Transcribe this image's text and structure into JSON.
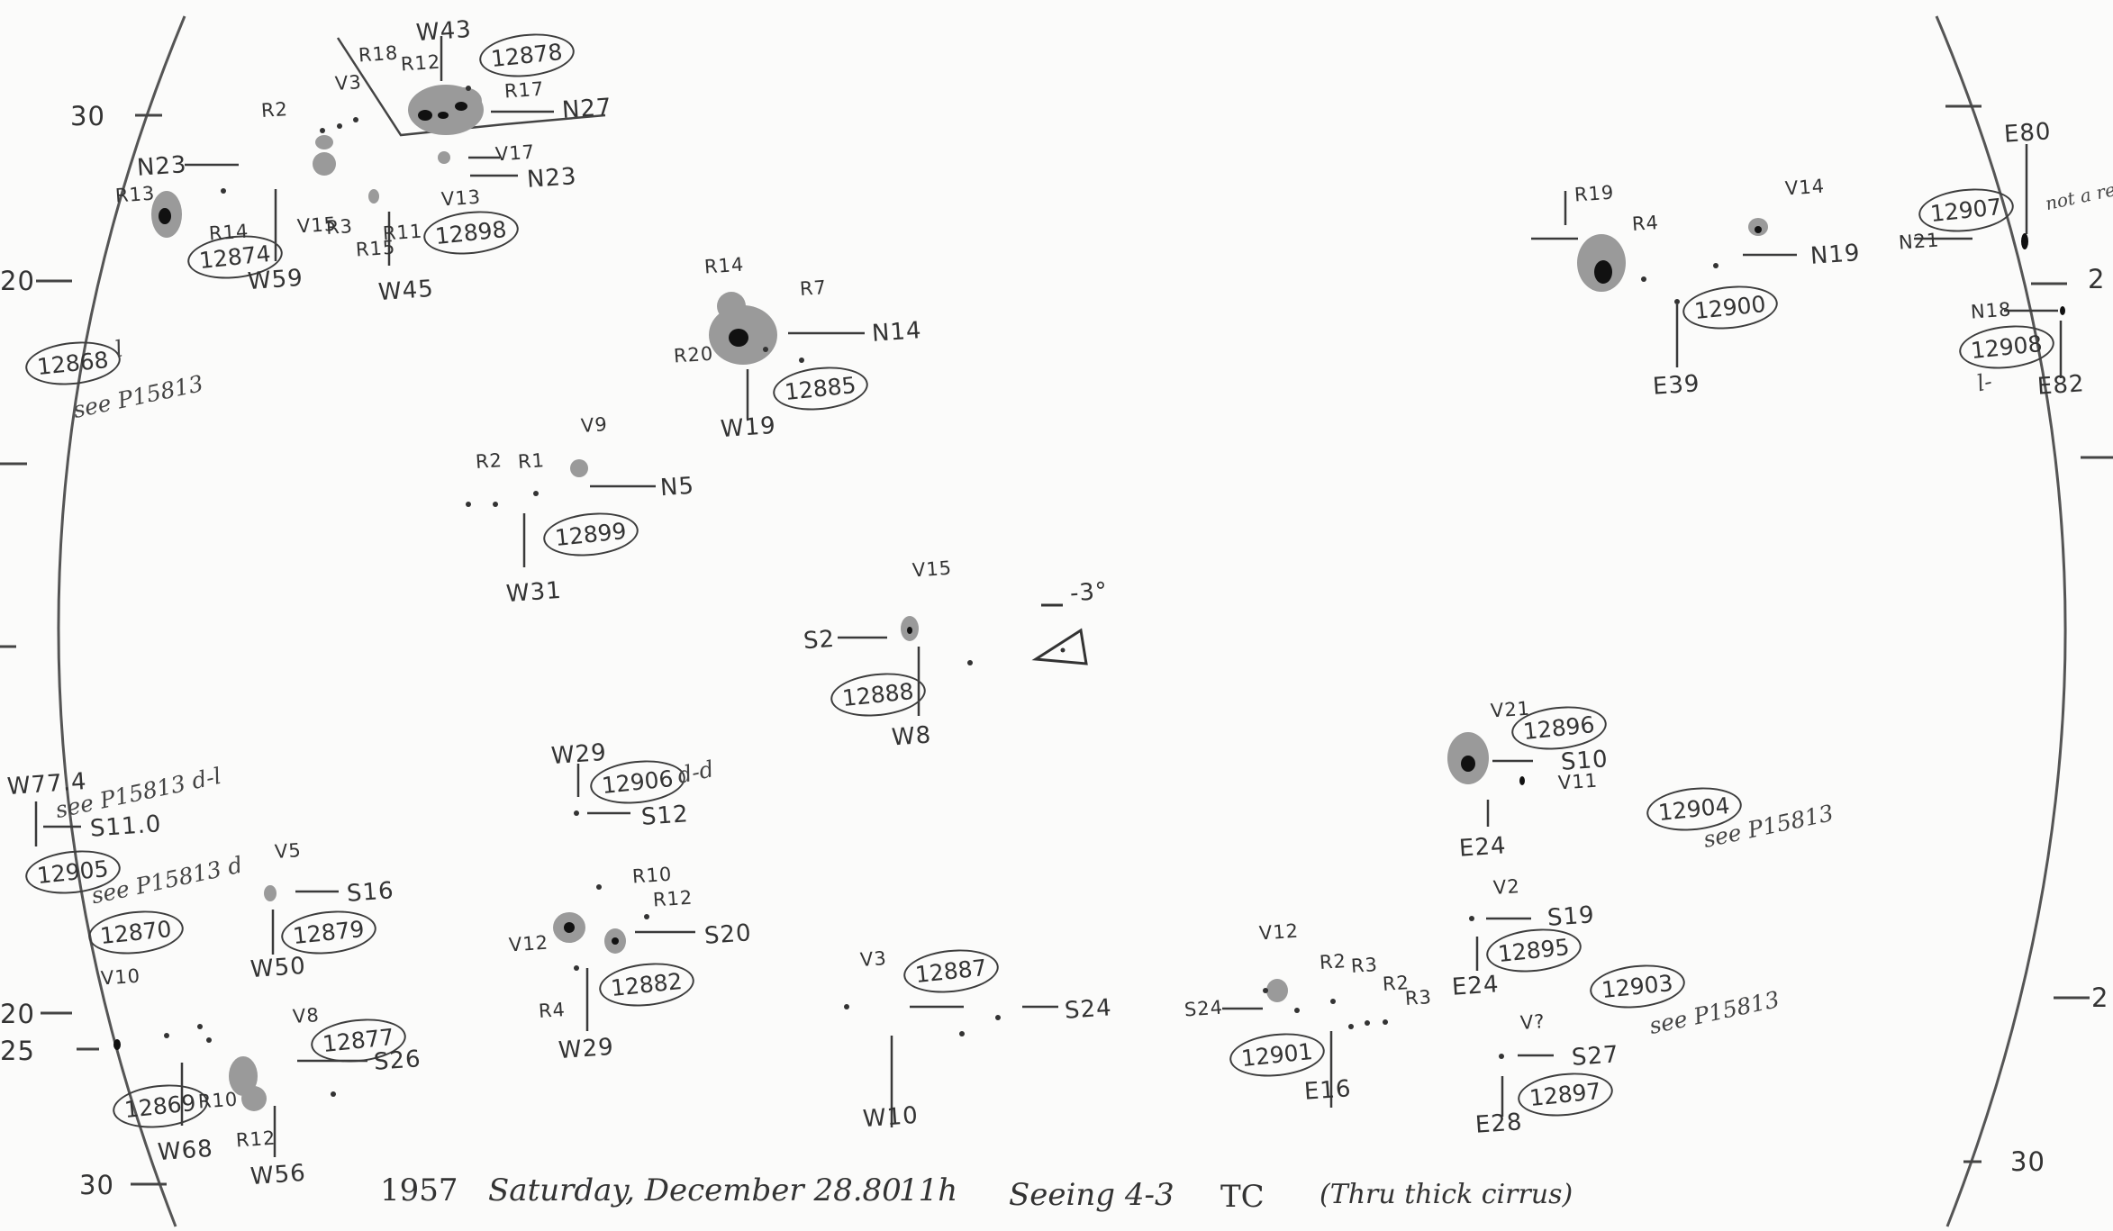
{
  "grid_labels": [
    "30",
    "20",
    "20",
    "25",
    "30",
    "30",
    "2",
    "2"
  ],
  "direction": "-3°",
  "groups": [
    {
      "number": "12878",
      "labels": [
        "R18",
        "R12",
        "W43",
        "R17",
        "N27",
        "V3"
      ]
    },
    {
      "number": "12874",
      "labels": [
        "R2",
        "N23",
        "R13",
        "R14",
        "V15",
        "R3",
        "W59"
      ]
    },
    {
      "number": "12898",
      "labels": [
        "V17",
        "N23",
        "V13",
        "R15",
        "R11",
        "W45"
      ]
    },
    {
      "number": "12868",
      "labels": [
        "l"
      ],
      "note": "see P15813"
    },
    {
      "number": "12885",
      "labels": [
        "R14",
        "R7",
        "N14",
        "R20",
        "W19"
      ]
    },
    {
      "number": "12899",
      "labels": [
        "R2",
        "R1",
        "V9",
        "N5",
        "W31"
      ]
    },
    {
      "number": "12888",
      "labels": [
        "V15",
        "S2",
        "W8"
      ]
    },
    {
      "number": "12906",
      "labels": [
        "W29",
        "S12"
      ],
      "note": "d-d"
    },
    {
      "number": "12905",
      "labels": [
        "W77.4",
        "S11.0"
      ],
      "note": "see P15813 d-l"
    },
    {
      "number": "12870",
      "labels": [],
      "note": "see P15813 d"
    },
    {
      "number": "12879",
      "labels": [
        "V5",
        "S16",
        "W50"
      ]
    },
    {
      "number": "12869",
      "labels": [
        "V10",
        "R10",
        "R12",
        "W68"
      ]
    },
    {
      "number": "12877",
      "labels": [
        "V8",
        "S26",
        "W56"
      ]
    },
    {
      "number": "12882",
      "labels": [
        "R10",
        "R12",
        "V12",
        "S20",
        "R4",
        "W29"
      ]
    },
    {
      "number": "12887",
      "labels": [
        "V3",
        "S24",
        "W10"
      ]
    },
    {
      "number": "12901",
      "labels": [
        "V12",
        "S24",
        "R2",
        "R3",
        "R2",
        "R3",
        "E16"
      ]
    },
    {
      "number": "12896",
      "labels": [
        "V21",
        "S10",
        "V11",
        "E24"
      ]
    },
    {
      "number": "12904",
      "labels": [],
      "note": "see P15813"
    },
    {
      "number": "12895",
      "labels": [
        "V2",
        "S19",
        "E24"
      ]
    },
    {
      "number": "12903",
      "labels": [],
      "note": "see P15813"
    },
    {
      "number": "12897",
      "labels": [
        "V?",
        "S27",
        "E28"
      ]
    },
    {
      "number": "12900",
      "labels": [
        "R19",
        "R4",
        "V14",
        "N19",
        "E39"
      ]
    },
    {
      "number": "12907",
      "labels": [
        "E80",
        "N21"
      ],
      "note": "not a retur"
    },
    {
      "number": "12908",
      "labels": [
        "N18",
        "E82"
      ],
      "note": "l-"
    }
  ],
  "caption": {
    "year": "1957",
    "day": "Saturday, December 28.80",
    "time": "11h",
    "seeing": "Seeing 4-3",
    "tc": "TC",
    "conditions": "(Thru thick cirrus)"
  }
}
